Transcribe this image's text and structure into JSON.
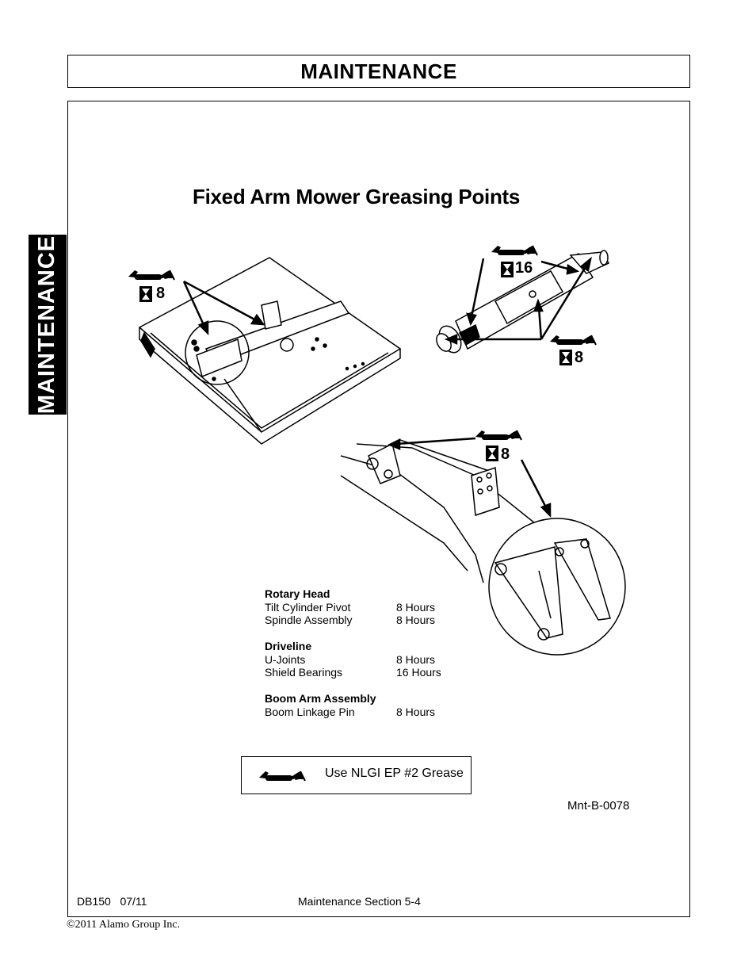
{
  "header": {
    "title": "MAINTENANCE"
  },
  "side_tab": {
    "label": "MAINTENANCE"
  },
  "figure": {
    "title": "Fixed Arm Mower Greasing Points",
    "callouts": {
      "mower_deck": "8",
      "driveline_shield": "16",
      "driveline_ujoint": "8",
      "boom_arm": "8"
    }
  },
  "legend": {
    "groups": [
      {
        "heading": "Rotary Head",
        "rows": [
          {
            "item": "Tilt Cylinder Pivot",
            "interval": "8 Hours"
          },
          {
            "item": "Spindle Assembly",
            "interval": "8 Hours"
          }
        ]
      },
      {
        "heading": "Driveline",
        "rows": [
          {
            "item": "U-Joints",
            "interval": "8 Hours"
          },
          {
            "item": "Shield Bearings",
            "interval": "16 Hours"
          }
        ]
      },
      {
        "heading": "Boom Arm Assembly",
        "rows": [
          {
            "item": "Boom Linkage Pin",
            "interval": "8 Hours"
          }
        ]
      }
    ]
  },
  "grease_note": {
    "text": "Use NLGI EP #2 Grease",
    "icon": "grease-gun-icon"
  },
  "reference_code": "Mnt-B-0078",
  "footer": {
    "model_date": "DB150   07/11",
    "section": "Maintenance Section 5-4",
    "copyright": "©2011 Alamo Group Inc."
  }
}
